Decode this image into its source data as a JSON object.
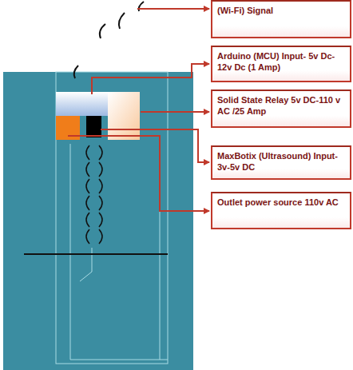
{
  "diagram": {
    "nodes": [
      {
        "text": [
          "(Wi-Fi) Signal"
        ]
      },
      {
        "text": [
          "Arduino (MCU) Input- 5v Dc-12v Dc (1 Amp)"
        ]
      },
      {
        "text": [
          "Solid State Relay 5v DC-110 v AC /25 Amp"
        ]
      },
      {
        "text": [
          "MaxBotix (Ultrasound) Input- 3v-5v DC"
        ]
      },
      {
        "text": [
          "Outlet power source 110v AC"
        ]
      }
    ]
  }
}
